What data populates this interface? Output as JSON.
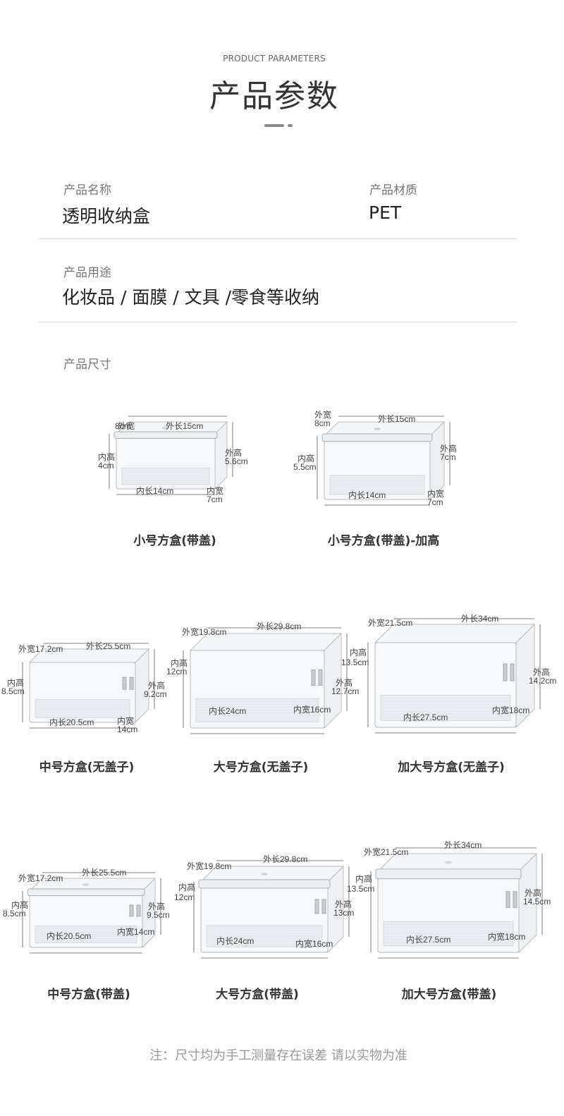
{
  "header": {
    "subtitle_en": "PRODUCT PARAMETERS",
    "title_cn": "产品参数"
  },
  "params": {
    "name_label": "产品名称",
    "name_value": "透明收纳盒",
    "material_label": "产品材质",
    "material_value": "PET",
    "usage_label": "产品用途",
    "usage_value": "化妆品 / 面膜 / 文具 /零食等收纳",
    "size_label": "产品尺寸"
  },
  "products": [
    {
      "name": "小号方盒(带盖)",
      "dims": [
        "外宽",
        "8cm",
        "外长15cm",
        "内高",
        "4cm",
        "外高",
        "5.6cm",
        "内长14cm",
        "内宽",
        "7cm"
      ]
    },
    {
      "name": "小号方盒(带盖)-加高",
      "dims": [
        "外宽",
        "8cm",
        "外长15cm",
        "内高",
        "5.5cm",
        "外高",
        "7cm",
        "内长14cm",
        "内宽",
        "7cm"
      ]
    },
    {
      "name": "中号方盒(无盖子)",
      "dims": [
        "外宽17.2cm",
        "外长25.5cm",
        "内高",
        "8.5cm",
        "外高",
        "9.2cm",
        "内长20.5cm",
        "内宽",
        "14cm"
      ]
    },
    {
      "name": "大号方盒(无盖子)",
      "dims": [
        "外宽19.8cm",
        "外长29.8cm",
        "内高",
        "12cm",
        "外高",
        "12.7cm",
        "内长24cm",
        "内宽16cm"
      ]
    },
    {
      "name": "加大号方盒(无盖子)",
      "dims": [
        "外宽21.5cm",
        "外长34cm",
        "内高",
        "13.5cm",
        "外高",
        "14.2cm",
        "内长27.5cm",
        "内宽18cm"
      ]
    },
    {
      "name": "中号方盒(带盖)",
      "dims": [
        "外宽17.2cm",
        "外长25.5cm",
        "内高",
        "8.5cm",
        "外高",
        "9.5cm",
        "内长20.5cm",
        "内宽14cm"
      ]
    },
    {
      "name": "大号方盒(带盖)",
      "dims": [
        "外宽19.8cm",
        "外长29.8cm",
        "内高",
        "12cm",
        "外高",
        "13cm",
        "内长24cm",
        "内宽16cm"
      ]
    },
    {
      "name": "加大号方盒(带盖)",
      "dims": [
        "外宽21.5cm",
        "外长34cm",
        "内高",
        "13.5cm",
        "外高",
        "14.5cm",
        "内长27.5cm",
        "内宽18cm"
      ]
    }
  ],
  "note": "注：尺寸均为手工测量存在误差 请以实物为准"
}
